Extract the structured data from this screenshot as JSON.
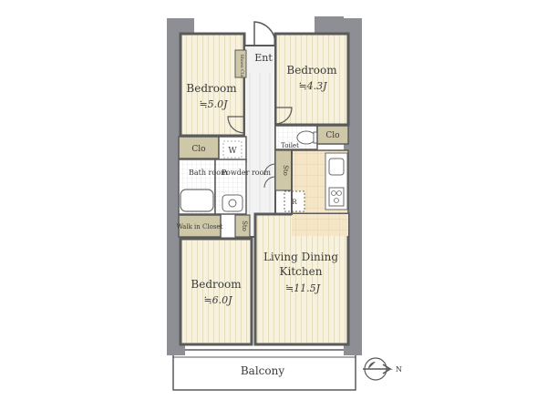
{
  "rooms": {
    "entrance": "Ent",
    "shoe_closet": "Shoes Clo",
    "bedroom_nw": {
      "name": "Bedroom",
      "size": "≒5.0J"
    },
    "bedroom_ne": {
      "name": "Bedroom",
      "size": "≒4.3J"
    },
    "bedroom_sw": {
      "name": "Bedroom",
      "size": "≒6.0J"
    },
    "closet_w": "Clo",
    "closet_e": "Clo",
    "toilet": "Toilet",
    "washer": "W",
    "bath": "Bath room",
    "powder": "Powder room",
    "storage_1": "Sto",
    "storage_2": "Sto",
    "walk_in": "Walk in Closet",
    "refrigerator": "R",
    "ldk": {
      "name_line1": "Living Dining",
      "name_line2": "Kitchen",
      "size": "≒11.5J"
    },
    "balcony": "Balcony"
  },
  "compass": {
    "label": "N"
  },
  "colors": {
    "floor_room": "#f7f2df",
    "floor_kitchen": "#f5e6c8",
    "closet": "#cfc8a8",
    "wall": "#5a5a5a",
    "wet_area": "#ffffff",
    "wall_end": "#8d8f95"
  }
}
